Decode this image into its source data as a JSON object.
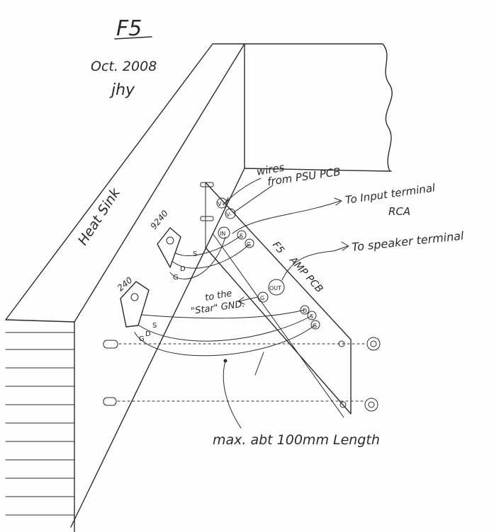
{
  "title": "F5",
  "date": "Oct. 2008",
  "author": "jhy",
  "labels": {
    "heat_sink": "Heat Sink",
    "wires_1": "wires",
    "wires_2": "from PSU PCB",
    "input_1": "To Input terminal",
    "input_2": "RCA",
    "speaker": "To speaker terminal",
    "pcb_1": "F5",
    "pcb_2": "AMP PCB",
    "gnd_1": "to the",
    "gnd_2": "\"Star\" GND.",
    "length": "max. abt 100mm Length"
  },
  "mosfet_top": {
    "part": "9240",
    "pins": [
      "S",
      "D",
      "G"
    ]
  },
  "mosfet_bottom": {
    "part": "240",
    "pins": [
      "S",
      "D",
      "G"
    ]
  },
  "pcb_pads": {
    "v_plus": "V+",
    "v_minus": "V-",
    "input": "IN",
    "output": "OUT",
    "ground": "G",
    "pads_top": [
      "S",
      "G"
    ],
    "pads_bottom": [
      "D",
      "S",
      "G"
    ]
  }
}
